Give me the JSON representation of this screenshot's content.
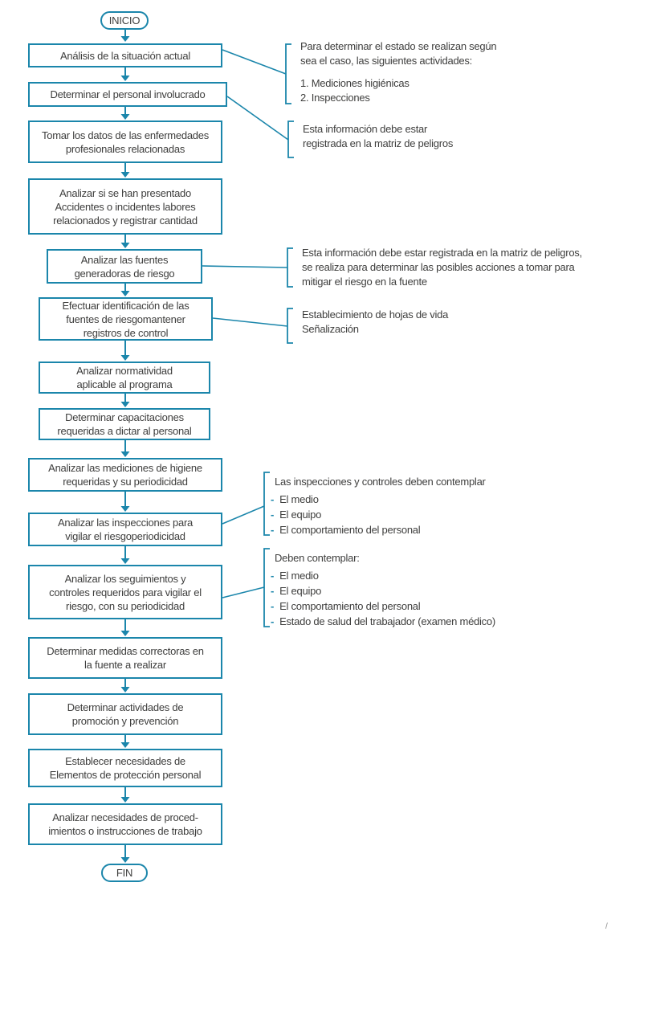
{
  "colors": {
    "accent": "#1b86ab",
    "text": "#3e3e3d",
    "mark": "#8a8a8a"
  },
  "flow": {
    "start_label": "INICIO",
    "end_label": "FIN",
    "bullet": "-",
    "steps": [
      {
        "lines": [
          "Análisis de la situación actual"
        ]
      },
      {
        "lines": [
          "Determinar el personal involucrado"
        ]
      },
      {
        "lines": [
          "Tomar los datos de las enfermedades",
          "profesionales relacionadas"
        ]
      },
      {
        "lines": [
          "Analizar si se han presentado",
          "Accidentes o incidentes labores",
          "relacionados y registrar cantidad"
        ]
      },
      {
        "lines": [
          "Analizar las fuentes",
          "generadoras de riesgo"
        ]
      },
      {
        "lines": [
          "Efectuar identificación de las",
          "fuentes de riesgomantener",
          "registros de control"
        ]
      },
      {
        "lines": [
          "Analizar normatividad",
          "aplicable al programa"
        ]
      },
      {
        "lines": [
          "Determinar capacitaciones",
          "requeridas a dictar al personal"
        ]
      },
      {
        "lines": [
          "Analizar las mediciones de higiene",
          "requeridas y su periodicidad"
        ]
      },
      {
        "lines": [
          "Analizar las inspecciones para",
          "vigilar el riesgoperiodicidad"
        ]
      },
      {
        "lines": [
          "Analizar los seguimientos y",
          "controles requeridos para vigilar el",
          "riesgo, con su periodicidad"
        ]
      },
      {
        "lines": [
          "Determinar medidas correctoras en",
          "la fuente a realizar"
        ]
      },
      {
        "lines": [
          "Determinar actividades de",
          "promoción y prevención"
        ]
      },
      {
        "lines": [
          "Establecer necesidades de",
          "Elementos de protección personal"
        ]
      },
      {
        "lines": [
          "Analizar necesidades de proced-",
          "imientos o instrucciones de trabajo"
        ]
      }
    ],
    "notes": [
      {
        "lines": [
          "Para determinar el estado se realizan según",
          "sea el caso, las siguientes actividades:"
        ],
        "list": [
          "1. Mediciones higiénicas",
          "2. Inspecciones"
        ]
      },
      {
        "lines": [
          "Esta información debe estar",
          "registrada en la matriz de peligros"
        ]
      },
      {
        "lines": [
          "Esta información debe estar registrada en la matriz de peligros,",
          "se realiza para determinar las posibles acciones a tomar para",
          "mitigar el riesgo en la fuente"
        ]
      },
      {
        "lines": [
          "Establecimiento de hojas de vida",
          "Señalización"
        ]
      },
      {
        "header": "Las inspecciones y controles deben contemplar",
        "items": [
          "El medio",
          "El equipo",
          "El comportamiento del personal"
        ]
      },
      {
        "header": "Deben contemplar:",
        "items": [
          "El medio",
          "El equipo",
          "El comportamiento del personal",
          "Estado de salud del trabajador (examen médico)"
        ]
      }
    ],
    "stray_mark": "/"
  }
}
